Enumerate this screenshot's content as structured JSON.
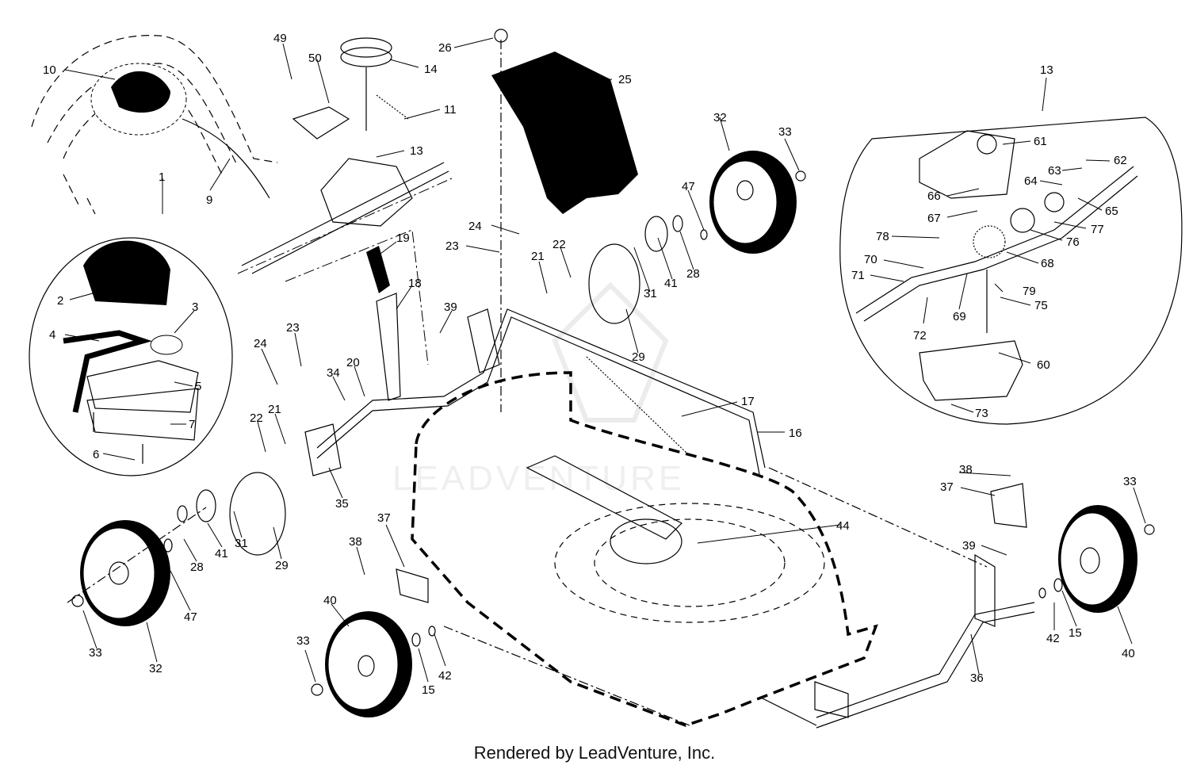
{
  "footer": "Rendered by LeadVenture, Inc.",
  "watermark": "LEADVENTURE",
  "labels": {
    "l1": "1",
    "l2": "2",
    "l3": "3",
    "l4": "4",
    "l5": "5",
    "l6": "6",
    "l7": "7",
    "l9": "9",
    "l10": "10",
    "l11": "11",
    "l13": "13",
    "l14": "14",
    "l15": "15",
    "l16": "16",
    "l17": "17",
    "l18": "18",
    "l19": "19",
    "l20": "20",
    "l21": "21",
    "l22": "22",
    "l23": "23",
    "l24": "24",
    "l25": "25",
    "l26": "26",
    "l28": "28",
    "l29": "29",
    "l31": "31",
    "l32": "32",
    "l33": "33",
    "l34": "34",
    "l35": "35",
    "l36": "36",
    "l37": "37",
    "l38": "38",
    "l39": "39",
    "l40": "40",
    "l41": "41",
    "l42": "42",
    "l44": "44",
    "l47": "47",
    "l49": "49",
    "l50": "50",
    "l60": "60",
    "l61": "61",
    "l62": "62",
    "l63": "63",
    "l64": "64",
    "l65": "65",
    "l66": "66",
    "l67": "67",
    "l68": "68",
    "l69": "69",
    "l70": "70",
    "l71": "71",
    "l72": "72",
    "l73": "73",
    "l75": "75",
    "l76": "76",
    "l77": "77",
    "l78": "78",
    "l79": "79"
  }
}
